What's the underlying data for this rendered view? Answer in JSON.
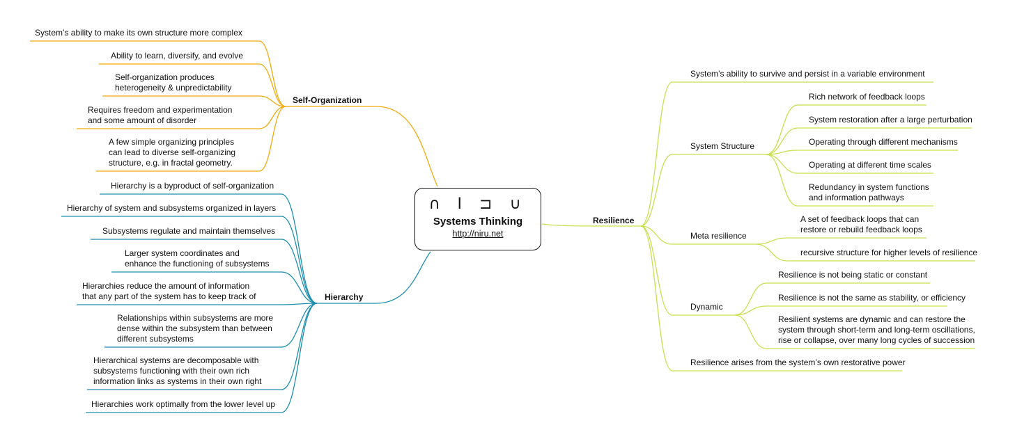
{
  "center": {
    "logo": "NIRU",
    "title": "Systems Thinking",
    "url": "http://niru.net"
  },
  "colors": {
    "self_organization": "#F2AA0C",
    "hierarchy": "#1C8EAE",
    "resilience": "#C9DF4E"
  },
  "self_organization": {
    "label": "Self-Organization",
    "items": [
      "System’s ability to make its own structure more complex",
      "Ability to learn, diversify, and evolve",
      "Self-organization produces\nheterogeneity & unpredictability",
      "Requires freedom and experimentation\nand some amount of disorder",
      "A few simple organizing principles\ncan lead to diverse self-organizing\nstructure, e.g. in fractal geometry."
    ]
  },
  "hierarchy": {
    "label": "Hierarchy",
    "items": [
      "Hierarchy is a byproduct of self-organization",
      "Hierarchy of system and subsystems organized in layers",
      "Subsystems regulate and maintain themselves",
      "Larger system coordinates and\nenhance the functioning of subsystems",
      "Hierarchies reduce the amount of information\nthat any part of the system has to keep track of",
      "Relationships within subsystems are more\ndense within the subsystem than between\ndifferent subsystems",
      "Hierarchical systems are decomposable with\nsubsystems functioning with their own rich\ninformation links as systems in their own right",
      "Hierarchies work optimally from the lower level up"
    ]
  },
  "resilience": {
    "label": "Resilience",
    "definition": "System’s ability to survive and persist in a variable environment",
    "system_structure": {
      "label": "System Structure",
      "items": [
        "Rich network of feedback loops",
        "System restoration after a large perturbation",
        "Operating through different mechanisms",
        "Operating at different time scales",
        "Redundancy in system functions\nand information pathways"
      ]
    },
    "meta_resilience": {
      "label": "Meta resilience",
      "items": [
        "A set of feedback loops that can\nrestore or rebuild feedback loops",
        "recursive structure for higher levels of resilience"
      ]
    },
    "dynamic": {
      "label": "Dynamic",
      "items": [
        "Resilience is not being static or constant",
        "Resilience is not the same as stability, or efficiency",
        "Resilient systems are dynamic and can restore the\nsystem through short-term and long-term oscillations,\nrise or collapse, over many long cycles of succession"
      ]
    },
    "restorative": "Resilience arises from the system’s own restorative power"
  }
}
